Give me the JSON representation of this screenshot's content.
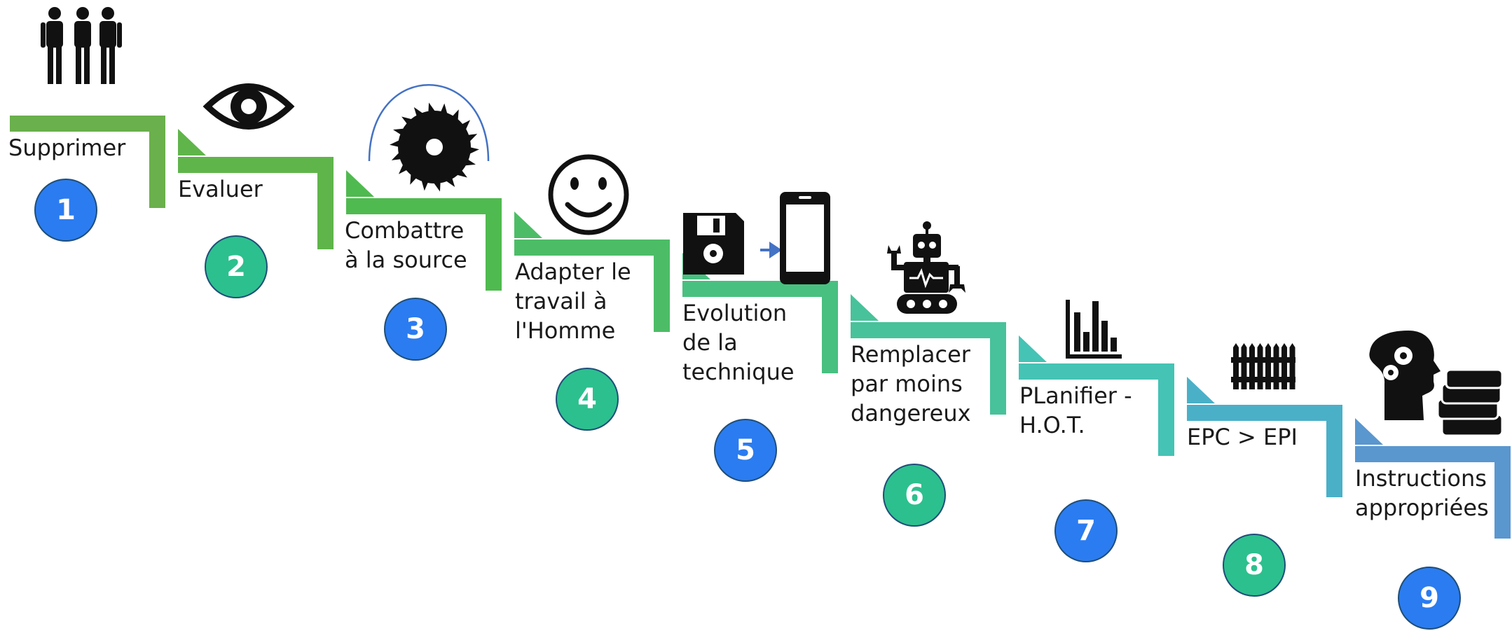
{
  "steps": [
    {
      "label": "Supprimer",
      "number": "1",
      "icon": "people-group-icon",
      "bar_color": "#6ab04c",
      "badge_color": "#2b7cf0"
    },
    {
      "label": "Evaluer",
      "number": "2",
      "icon": "eye-icon",
      "bar_color": "#5fb54a",
      "badge_color": "#2cc08e"
    },
    {
      "label": "Combattre\nà la source",
      "number": "3",
      "icon": "saw-blade-icon",
      "bar_color": "#4fba4f",
      "badge_color": "#2b7cf0"
    },
    {
      "label": "Adapter le\ntravail à\nl'Homme",
      "number": "4",
      "icon": "smiley-icon",
      "bar_color": "#4cbd66",
      "badge_color": "#2cc08e"
    },
    {
      "label": "Evolution\nde la\ntechnique",
      "number": "5",
      "icon": "floppy-to-phone-icon",
      "bar_color": "#48c080",
      "badge_color": "#2b7cf0"
    },
    {
      "label": "Remplacer\npar moins\ndangereux",
      "number": "6",
      "icon": "robot-icon",
      "bar_color": "#48c29a",
      "badge_color": "#2cc08e"
    },
    {
      "label": "PLanifier -\nH.O.T.",
      "number": "7",
      "icon": "bar-chart-icon",
      "bar_color": "#45c3b4",
      "badge_color": "#2b7cf0"
    },
    {
      "label": "EPC > EPI",
      "number": "8",
      "icon": "fence-icon",
      "bar_color": "#4ab0c8",
      "badge_color": "#2cc08e"
    },
    {
      "label": "Instructions\nappropriées",
      "number": "9",
      "icon": "head-gears-books-icon",
      "bar_color": "#5a97cf",
      "badge_color": "#2b7cf0"
    }
  ]
}
